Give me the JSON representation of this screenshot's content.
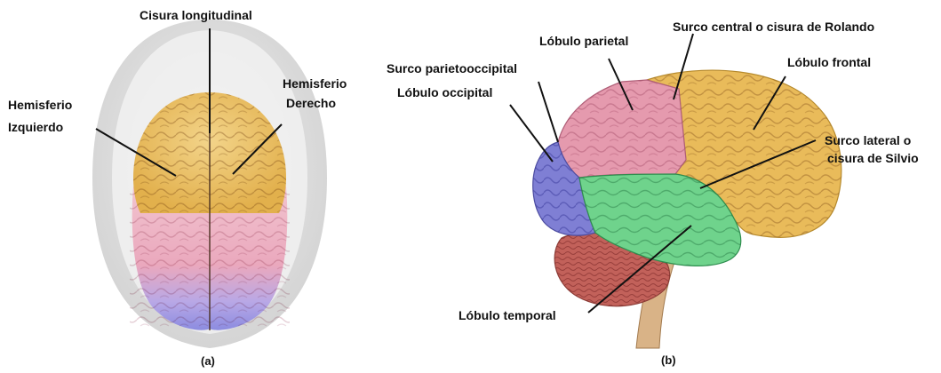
{
  "panel_a": {
    "caption": "(a)",
    "labels": {
      "longitudinal": "Cisura longitudinal",
      "right_line1": "Hemisferio",
      "right_line2": "Derecho",
      "left_line1": "Hemisferio",
      "left_line2": "Izquierdo"
    }
  },
  "panel_b": {
    "caption": "(b)",
    "labels": {
      "parietal": "Lóbulo parietal",
      "central_sulcus": "Surco central o cisura de Rolando",
      "frontal": "Lóbulo frontal",
      "parieto_occipital": "Surco parietooccipital",
      "occipital": "Lóbulo occipital",
      "lateral_line1": "Surco lateral o",
      "lateral_line2": "cisura de Silvio",
      "temporal": "Lóbulo temporal"
    }
  },
  "colors": {
    "frontal": "#e9bb5a",
    "parietal": "#e59aae",
    "occipital": "#7f7fd4",
    "temporal": "#6fd38c",
    "cerebellum": "#c2615a",
    "brainstem": "#d9b387",
    "outline": "#d8d8d8"
  }
}
